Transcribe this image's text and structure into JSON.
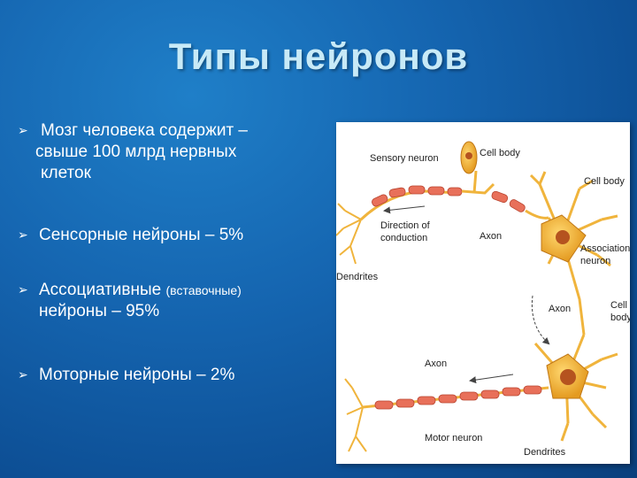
{
  "slide": {
    "title": "Типы нейронов",
    "bullets": [
      {
        "line1": "Мозг человека содержит –",
        "line2": "свыше 100 млрд нервных",
        "line3": "клеток"
      },
      {
        "text": "Сенсорные нейроны – 5%"
      },
      {
        "main": "Ассоциативные ",
        "small": "(вставочные)",
        "line2": "нейроны – 95%"
      },
      {
        "text": "Моторные нейроны – 2%"
      }
    ],
    "bullet_mark": "➢"
  },
  "figure": {
    "labels": {
      "sensory_neuron": "Sensory neuron",
      "cell_body_top": "Cell body",
      "cell_body_right": "Cell body",
      "direction": "Direction of",
      "conduction": "conduction",
      "axon_top": "Axon",
      "association": "Association",
      "neuron": "neuron",
      "dendrites_left": "Dendrites",
      "axon_mid": "Axon",
      "cell": "Cell",
      "body": "body",
      "axon_bottom": "Axon",
      "motor_neuron": "Motor neuron",
      "dendrites_bottom": "Dendrites"
    },
    "colors": {
      "myelin": "#e8705a",
      "soma": "#f0b43c",
      "nucleus": "#b5531f"
    }
  }
}
